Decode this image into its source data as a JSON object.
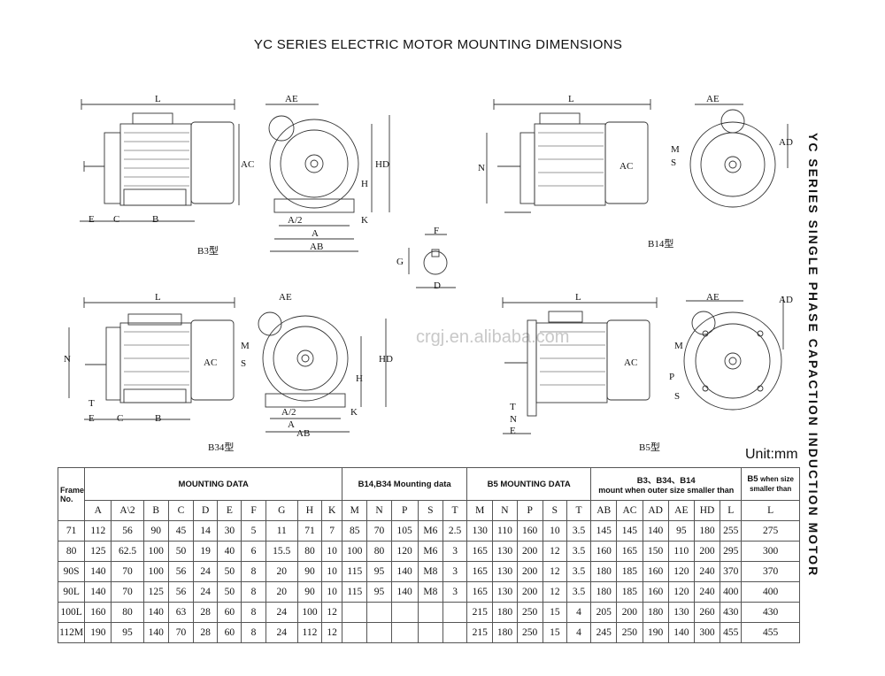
{
  "title": "YC SERIES ELECTRIC MOTOR MOUNTING DIMENSIONS",
  "side_title": "YC SERIES SINGLE PHASE CAPACTION INDUCTION MOTOR",
  "unit": "Unit:mm",
  "watermark": "crgj.en.alibaba.com",
  "drawings": {
    "b3": "B3型",
    "b14": "B14型",
    "b34": "B34型",
    "b5": "B5型",
    "letters": {
      "L": "L",
      "AC": "AC",
      "AE": "AE",
      "HD": "HD",
      "H": "H",
      "A": "A",
      "A2": "A/2",
      "AB": "AB",
      "K": "K",
      "B": "B",
      "C": "C",
      "E": "E",
      "N": "N",
      "M": "M",
      "S": "S",
      "T": "T",
      "F": "F",
      "G": "G",
      "D": "D",
      "AD": "AD",
      "P": "P"
    }
  },
  "table": {
    "frame_label": "Frame No.",
    "groups": {
      "mounting": "MOUNTING DATA",
      "b14b34": "B14,B34 Mounting data",
      "b5": "B5 MOUNTING DATA",
      "b3_line1": "B3、B34、B14",
      "b3_line2": "mount when outer size smaller than",
      "b5s_prefix": "B5",
      "b5s_suffix": "when size smaller than"
    },
    "columns": [
      "A",
      "A\\2",
      "B",
      "C",
      "D",
      "E",
      "F",
      "G",
      "H",
      "K",
      "M",
      "N",
      "P",
      "S",
      "T",
      "M",
      "N",
      "P",
      "S",
      "T",
      "AB",
      "AC",
      "AD",
      "AE",
      "HD",
      "L",
      "L"
    ],
    "rows": [
      [
        "71",
        "112",
        "56",
        "90",
        "45",
        "14",
        "30",
        "5",
        "11",
        "71",
        "7",
        "85",
        "70",
        "105",
        "M6",
        "2.5",
        "130",
        "110",
        "160",
        "10",
        "3.5",
        "145",
        "145",
        "140",
        "95",
        "180",
        "255",
        "275"
      ],
      [
        "80",
        "125",
        "62.5",
        "100",
        "50",
        "19",
        "40",
        "6",
        "15.5",
        "80",
        "10",
        "100",
        "80",
        "120",
        "M6",
        "3",
        "165",
        "130",
        "200",
        "12",
        "3.5",
        "160",
        "165",
        "150",
        "110",
        "200",
        "295",
        "300"
      ],
      [
        "90S",
        "140",
        "70",
        "100",
        "56",
        "24",
        "50",
        "8",
        "20",
        "90",
        "10",
        "115",
        "95",
        "140",
        "M8",
        "3",
        "165",
        "130",
        "200",
        "12",
        "3.5",
        "180",
        "185",
        "160",
        "120",
        "240",
        "370",
        "370"
      ],
      [
        "90L",
        "140",
        "70",
        "125",
        "56",
        "24",
        "50",
        "8",
        "20",
        "90",
        "10",
        "115",
        "95",
        "140",
        "M8",
        "3",
        "165",
        "130",
        "200",
        "12",
        "3.5",
        "180",
        "185",
        "160",
        "120",
        "240",
        "400",
        "400"
      ],
      [
        "100L",
        "160",
        "80",
        "140",
        "63",
        "28",
        "60",
        "8",
        "24",
        "100",
        "12",
        "",
        "",
        "",
        "",
        "",
        "215",
        "180",
        "250",
        "15",
        "4",
        "205",
        "200",
        "180",
        "130",
        "260",
        "430",
        "430"
      ],
      [
        "112M",
        "190",
        "95",
        "140",
        "70",
        "28",
        "60",
        "8",
        "24",
        "112",
        "12",
        "",
        "",
        "",
        "",
        "",
        "215",
        "180",
        "250",
        "15",
        "4",
        "245",
        "250",
        "190",
        "140",
        "300",
        "455",
        "455"
      ]
    ]
  }
}
